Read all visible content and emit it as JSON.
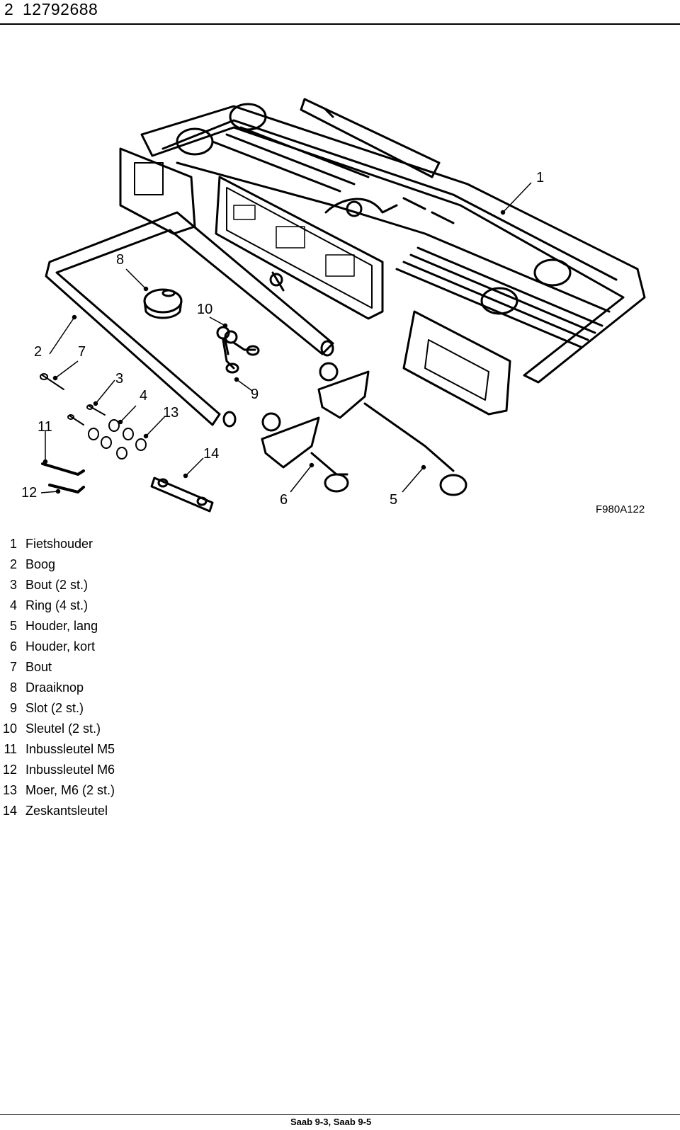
{
  "header": {
    "page_number": "2",
    "document_number": "12792688"
  },
  "figure": {
    "code": "F980A122",
    "callouts": [
      "1",
      "2",
      "3",
      "4",
      "5",
      "6",
      "7",
      "8",
      "9",
      "10",
      "11",
      "12",
      "13",
      "14"
    ]
  },
  "legend": [
    {
      "n": "1",
      "t": "Fietshouder"
    },
    {
      "n": "2",
      "t": "Boog"
    },
    {
      "n": "3",
      "t": "Bout (2 st.)"
    },
    {
      "n": "4",
      "t": "Ring (4 st.)"
    },
    {
      "n": "5",
      "t": "Houder, lang"
    },
    {
      "n": "6",
      "t": "Houder, kort"
    },
    {
      "n": "7",
      "t": "Bout"
    },
    {
      "n": "8",
      "t": "Draaiknop"
    },
    {
      "n": "9",
      "t": "Slot (2 st.)"
    },
    {
      "n": "10",
      "t": "Sleutel (2 st.)"
    },
    {
      "n": "11",
      "t": "Inbussleutel M5"
    },
    {
      "n": "12",
      "t": "Inbussleutel M6"
    },
    {
      "n": "13",
      "t": "Moer, M6 (2 st.)"
    },
    {
      "n": "14",
      "t": "Zeskantsleutel"
    }
  ],
  "footer": {
    "text": "Saab 9-3, Saab 9-5"
  }
}
